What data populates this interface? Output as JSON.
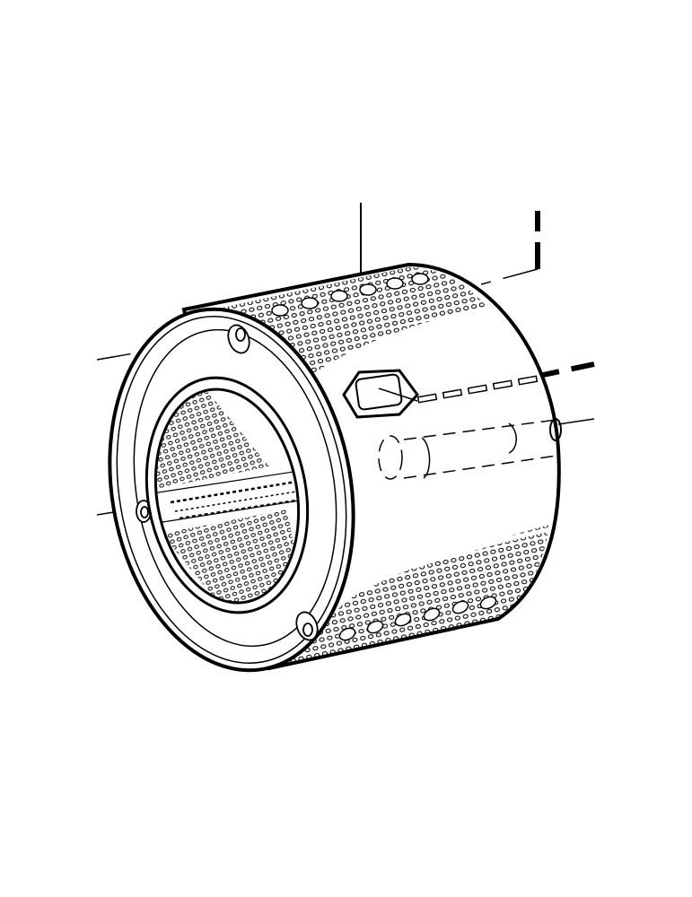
{
  "figure": {
    "description": "Patent-style perspective line drawing of a perforated cylindrical drum (washing-machine drum) with front flange ring, perforated front face, lifter window, and hidden shaft shown dashed",
    "stroke_color": "#000000",
    "background_color": "#ffffff"
  },
  "parts": [
    {
      "id": "drum-body",
      "label": "Perforated cylindrical drum"
    },
    {
      "id": "front-flange",
      "label": "Front ring flange"
    },
    {
      "id": "front-perforated-face",
      "label": "Perforated front face with central band"
    },
    {
      "id": "hexagonal-window",
      "label": "Hexagonal window / lifter"
    },
    {
      "id": "shaft",
      "label": "Hidden shaft (dashed)"
    },
    {
      "id": "mount-holes",
      "label": "Flange mounting holes (3)"
    },
    {
      "id": "leader-lines",
      "label": "Reference leader lines"
    }
  ]
}
